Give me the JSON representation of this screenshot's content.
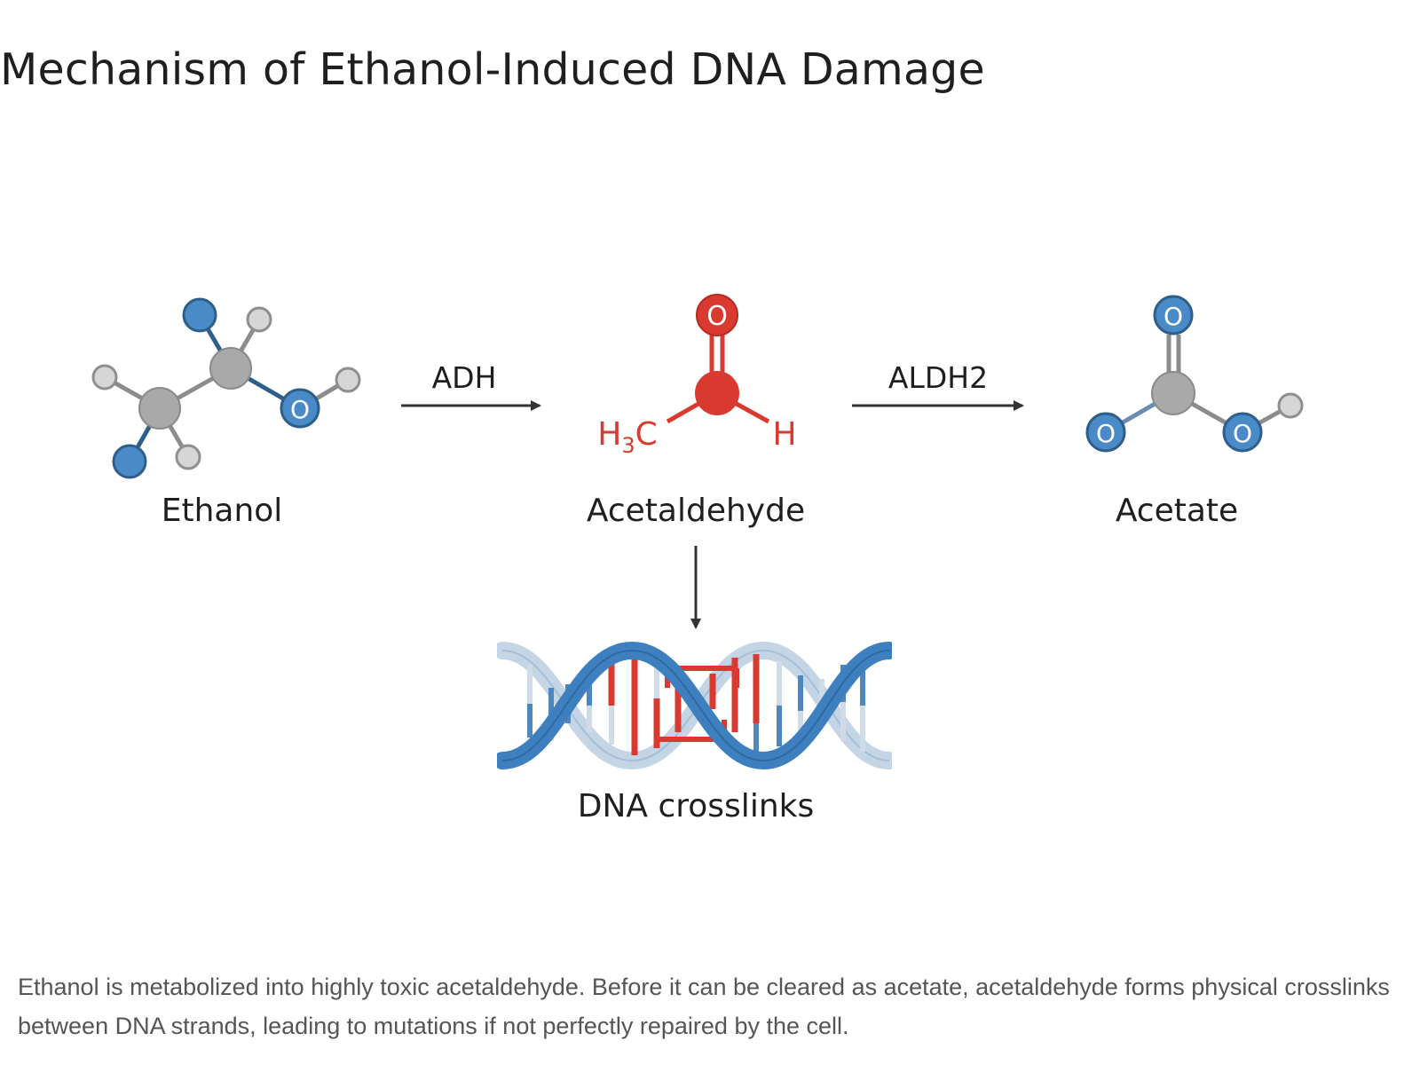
{
  "title": "Mechanism of Ethanol-Induced DNA Damage",
  "diagram": {
    "molecules": {
      "ethanol": "Ethanol",
      "acetaldehyde": "Acetaldehyde",
      "acetate": "Acetate",
      "dna": "DNA crosslinks"
    },
    "enzymes": {
      "step1": "ADH",
      "step2": "ALDH2"
    },
    "atoms": {
      "oxygen": "O",
      "hydrogen": "H",
      "methyl_main": "H",
      "methyl_sub": "3",
      "methyl_tail": "C"
    },
    "colors": {
      "oxygen_blue": "#4a8ac6",
      "carbon_gray": "#a8a8a8",
      "hydrogen_light": "#d4d4d4",
      "acetaldehyde_red": "#d93a2f",
      "dna_blue": "#3d7fbf",
      "dna_light": "#c2d4e4",
      "arrow": "#333333"
    }
  },
  "caption": "Ethanol is metabolized into highly toxic acetaldehyde. Before it can be cleared as acetate, acetaldehyde forms physical crosslinks between DNA strands, leading to mutations if not perfectly repaired by the cell."
}
